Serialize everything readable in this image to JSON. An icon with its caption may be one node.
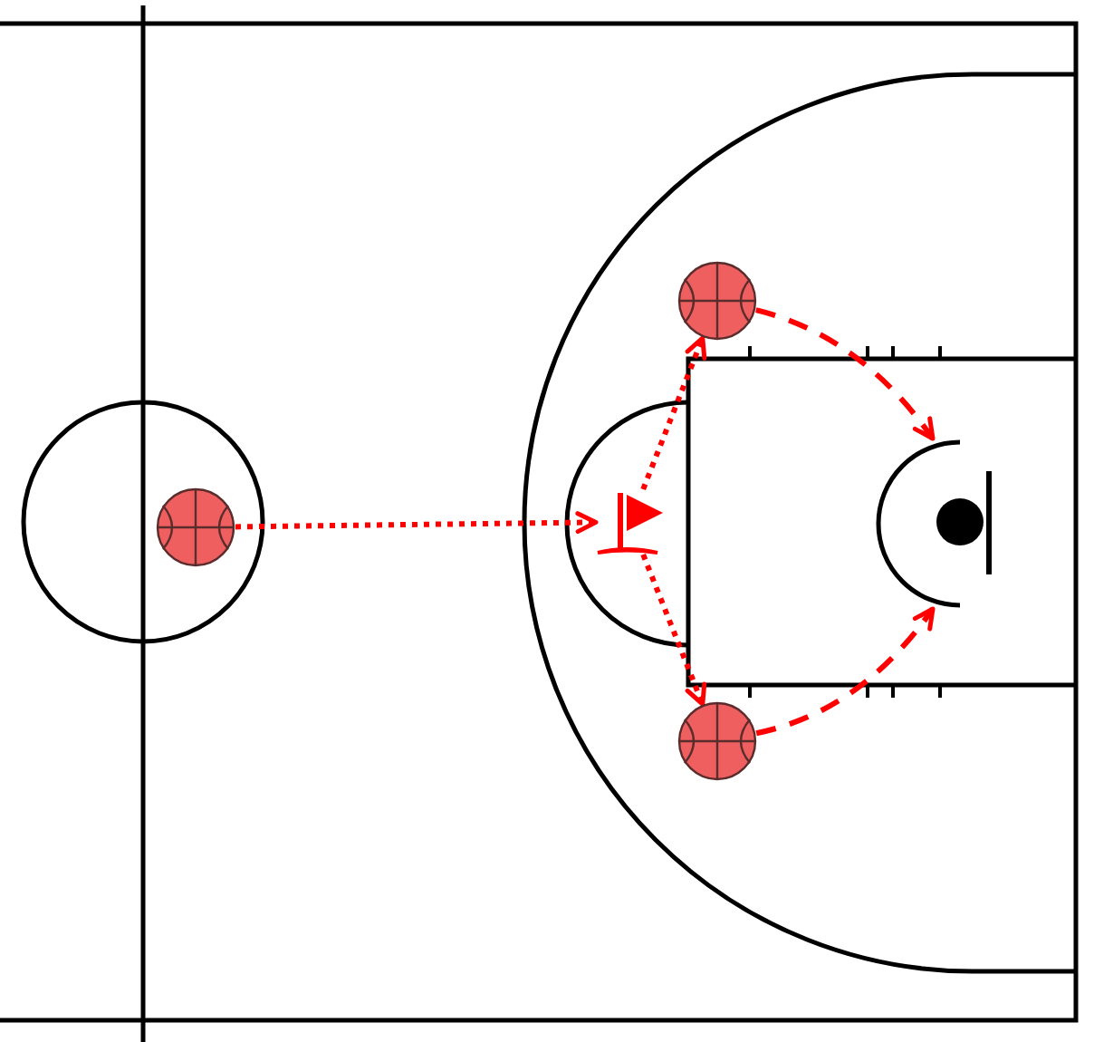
{
  "diagram": {
    "nodes": [
      {
        "text": [],
        "shape": "ball"
      },
      {
        "text": [],
        "shape": "flag"
      },
      {
        "text": [],
        "shape": "ball"
      },
      {
        "text": [],
        "shape": "ball"
      },
      {
        "text": [],
        "shape": "hoop"
      }
    ],
    "edges": [
      {
        "from": 0,
        "to": 1,
        "arrow": "to"
      },
      {
        "from": 1,
        "to": 2,
        "arrow": "to"
      },
      {
        "from": 1,
        "to": 3,
        "arrow": "to"
      },
      {
        "from": 2,
        "to": 4,
        "arrow": "to",
        "style": "dashed"
      },
      {
        "from": 3,
        "to": 4,
        "arrow": "to",
        "style": "dashed"
      }
    ]
  }
}
